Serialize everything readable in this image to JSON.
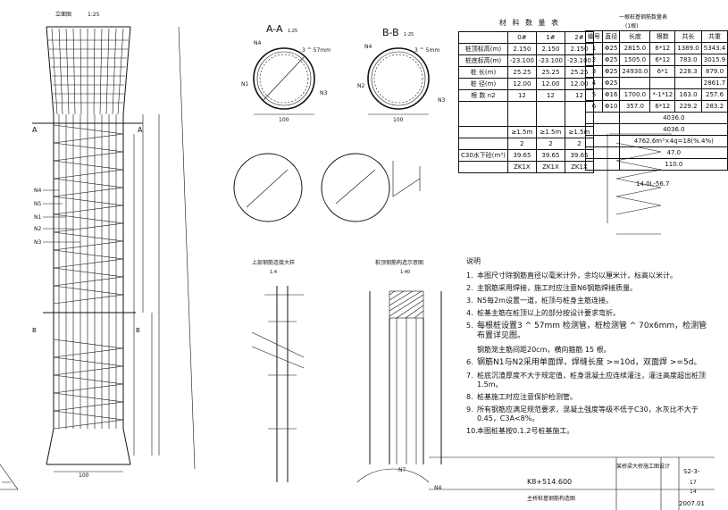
{
  "views": {
    "elevation": {
      "title": "立面图",
      "scale": "1:25",
      "cut_a_left": "A",
      "cut_a_right": "A",
      "cut_b_left": "B",
      "cut_b_right": "B",
      "rebar_labels": [
        "N4",
        "N5",
        "N1",
        "N2",
        "N3"
      ],
      "dim_bottom": "100"
    },
    "section_aa": {
      "title": "A-A",
      "scale": "1:25",
      "spacing": "3 ^ 57mm",
      "labels": [
        "N4",
        "N1",
        "N3"
      ],
      "dim": "100"
    },
    "section_bb": {
      "title": "B-B",
      "scale": "1:25",
      "spacing": "3 ^ 5mm",
      "labels": [
        "N4",
        "N2",
        "N3"
      ],
      "dim": "100"
    },
    "detail_left": {
      "title": "上部钢筋连接大样",
      "scale": "1:4"
    },
    "detail_right": {
      "title": "桩顶钢筋构造示意图",
      "scale": "1:40"
    },
    "spiral": {
      "label": "14.0L-56.7"
    },
    "bottom_labels": {
      "n7": "N7",
      "n4": "N4"
    }
  },
  "table1": {
    "title": "材 料 数 量 表",
    "header": [
      "",
      "0#",
      "1#",
      "2#"
    ],
    "rows": [
      [
        "桩顶标高(m)",
        "2.150",
        "2.150",
        "2.150"
      ],
      [
        "桩底标高(m)",
        "-23.100",
        "-23.100",
        "-23.100"
      ],
      [
        "桩 长(m)",
        "25.25",
        "25.25",
        "25.25"
      ],
      [
        "桩 径(m)",
        "12.00",
        "12.00",
        "12.00"
      ],
      [
        "根 数 n2",
        "12",
        "12",
        "12"
      ],
      [
        "",
        "",
        "",
        ""
      ],
      [
        "",
        "≥1.5m",
        "≥1.5m",
        "≥1.5m"
      ],
      [
        "",
        "2",
        "2",
        "2"
      ],
      [
        "C30水下砼(m³)",
        "39.65",
        "39.65",
        "39.65"
      ],
      [
        "",
        "ZK1X",
        "ZK1X",
        "ZK1X"
      ]
    ]
  },
  "table2": {
    "title": "一根桩基钢筋数量表",
    "unit": "(1根)",
    "header": [
      "编号",
      "直径",
      "长度",
      "根数",
      "共长",
      "共重"
    ],
    "rows": [
      [
        "1",
        "Φ25",
        "2815.0",
        "6*12",
        "1389.0",
        "5343.4"
      ],
      [
        "2",
        "Φ25",
        "1505.0",
        "6*12",
        "783.0",
        "3015.9"
      ],
      [
        "3",
        "Φ25",
        "24930.0",
        "6*1",
        "228.3",
        "879.0"
      ],
      [
        "4",
        "Φ25",
        "",
        "",
        "",
        "2861.7"
      ],
      [
        "5",
        "Φ16",
        "1700.0",
        "*-1*12",
        "163.0",
        "257.6"
      ],
      [
        "6",
        "Φ10",
        "357.0",
        "6*12",
        "229.2",
        "283.2"
      ]
    ],
    "foot": [
      [
        "4036.0"
      ],
      [
        "4036.0"
      ],
      [
        "47.0"
      ],
      [
        "110.0"
      ]
    ],
    "foot_note": "4762.6m³×4q=18(%.4%)"
  },
  "notes": {
    "title": "说明",
    "items": [
      {
        "n": "1.",
        "text": "本图尺寸除钢筋直径以毫米计外，余均以厘米计，标高以米计。"
      },
      {
        "n": "2.",
        "text": "主钢筋采用焊接，施工时应注意N6钢筋焊接质量。"
      },
      {
        "n": "3.",
        "text": "N5每2m设置一道，桩顶与桩身主筋连接。"
      },
      {
        "n": "4.",
        "text": "桩基主筋在桩顶以上的部分按设计要求弯折。"
      },
      {
        "n": "5.",
        "text": "每根桩设置3 ^ 57mm 检测管，桩检测管 ^ 70x6mm，检测管布置详见图。"
      },
      {
        "n": "",
        "text": "钢筋笼主筋间距20cm，横向箍筋 15 根。"
      },
      {
        "n": "6.",
        "text": "钢筋N1与N2采用单面焊，焊缝长度 >=10d，双面焊 >=5d。"
      },
      {
        "n": "7.",
        "text": "桩底沉渣厚度不大于规定值，桩身混凝土应连续灌注，灌注高度超出桩顶1.5m。"
      },
      {
        "n": "8.",
        "text": "桩基施工时应注意保护检测管。"
      },
      {
        "n": "9.",
        "text": "所有钢筋应满足规范要求，混凝土强度等级不低于C30，水灰比不大于0.45，C3A<8%。"
      },
      {
        "n": "10.",
        "text": "本图桩基按0.1.2号桩基施工。"
      }
    ]
  },
  "titleblock": {
    "project": "某桥梁大桥施工图设计",
    "station": "K8+514.600",
    "drawing_name": "主桥桩基钢筋构造图",
    "drawing_no": "S2-3-",
    "sheet": "17",
    "total": "14",
    "date": "2007.01"
  }
}
